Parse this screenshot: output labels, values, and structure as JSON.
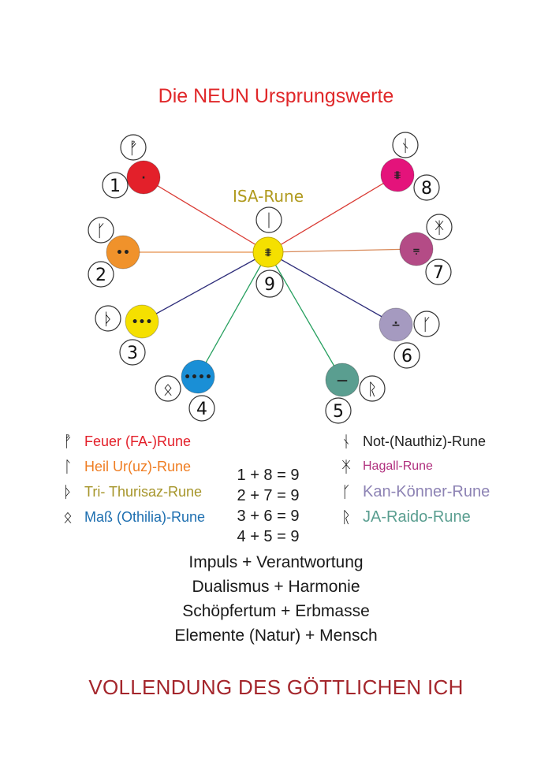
{
  "title": "Die NEUN Ursprungswerte",
  "center": {
    "label": "ISA-Rune",
    "rune": "ᛁ",
    "number": "9",
    "color": "#f5e000",
    "label_color": "#b09a1e"
  },
  "nodes": [
    {
      "number": "1",
      "rune": "ᚡ",
      "color": "#e3202a",
      "dots": "·"
    },
    {
      "number": "2",
      "rune": "ᚴ",
      "color": "#f0922b",
      "dots": "••"
    },
    {
      "number": "3",
      "rune": "ᚦ",
      "color": "#f5e000",
      "dots": "•••"
    },
    {
      "number": "4",
      "rune": "ᛟ",
      "color": "#1a8fd6",
      "dots": "••••"
    },
    {
      "number": "5",
      "rune": "ᚱ",
      "color": "#5a9e90",
      "dots": "—"
    },
    {
      "number": "6",
      "rune": "ᚴ",
      "color": "#a59ac0",
      "dots": "∸"
    },
    {
      "number": "7",
      "rune": "ᛡ",
      "color": "#b44b86",
      "dots": "⩦"
    },
    {
      "number": "8",
      "rune": "ᚾ",
      "color": "#e4137b",
      "dots": "⩨"
    }
  ],
  "legend_left": [
    {
      "rune": "ᚡ",
      "label": "Feuer (FA-)Rune",
      "color": "#e3202a"
    },
    {
      "rune": "ᛚ",
      "label": "Heil Ur(uz)-Rune",
      "color": "#ef7d22"
    },
    {
      "rune": "ᚦ",
      "label": "Tri- Thurisaz-Rune",
      "color": "#a6952a"
    },
    {
      "rune": "ᛟ",
      "label": "Maß (Othilia)-Rune",
      "color": "#1e6fb0"
    }
  ],
  "legend_right": [
    {
      "rune": "ᚾ",
      "label": "Not-(Nauthiz)-Rune",
      "color": "#222222"
    },
    {
      "rune": "ᛡ",
      "label": "Hagall-Rune",
      "color": "#b0307e"
    },
    {
      "rune": "ᚴ",
      "label": "Kan-Könner-Rune",
      "color": "#8d83b4"
    },
    {
      "rune": "ᚱ",
      "label": "JA-Raido-Rune",
      "color": "#5a9e90"
    }
  ],
  "equations": [
    "1 + 8 = 9",
    "2 + 7 = 9",
    "3 + 6 = 9",
    "4 + 5 = 9"
  ],
  "pairs": [
    "Impuls + Verantwortung",
    "Dualismus + Harmonie",
    "Schöpfertum + Erbmasse",
    "Elemente (Natur) + Mensch"
  ],
  "closing": "VOLLENDUNG DES GÖTTLICHEN ICH"
}
